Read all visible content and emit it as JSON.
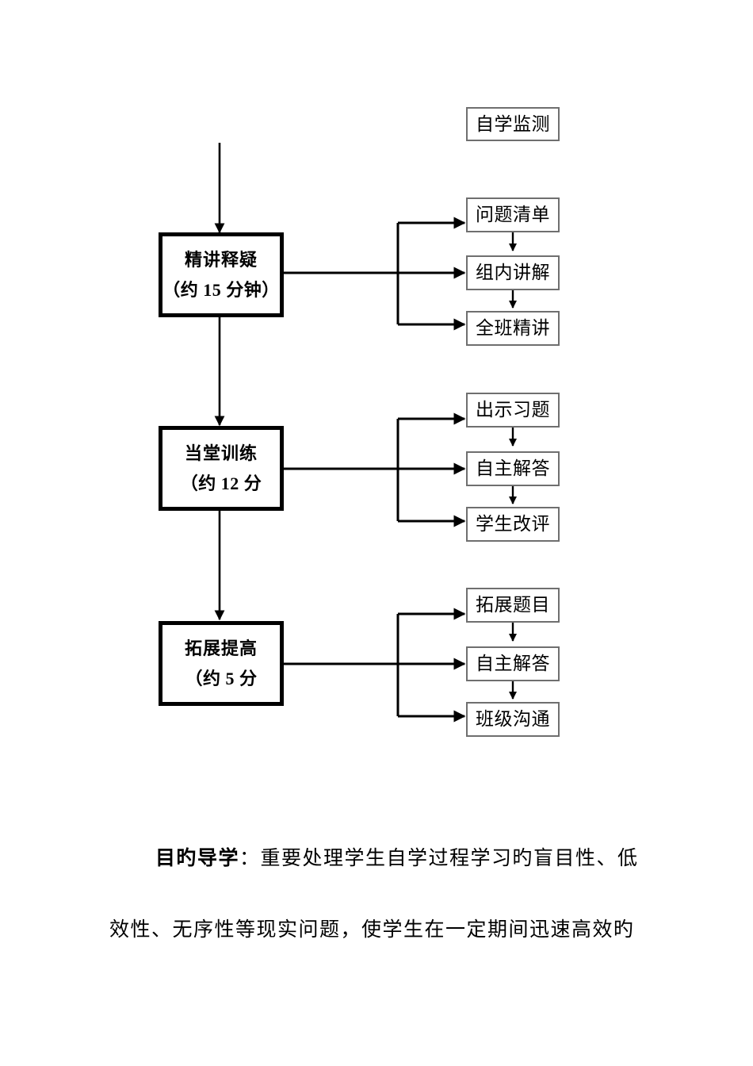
{
  "document": {
    "title": "教学流程图",
    "ink_color": "#000000",
    "leaf_border_color": "#6f6f6f",
    "background": "#ffffff"
  },
  "diagram": {
    "type": "flowchart",
    "top_node": {
      "id": "self-study-monitor",
      "label": "自学监测"
    },
    "stages": [
      {
        "id": "stage-intensive-lecture",
        "title": "精讲释疑",
        "duration": "（约 15 分钟）",
        "branches": [
          {
            "id": "branch-question-list",
            "label": "问题清单"
          },
          {
            "id": "branch-group-explain",
            "label": "组内讲解"
          },
          {
            "id": "branch-class-lecture",
            "label": "全班精讲"
          }
        ]
      },
      {
        "id": "stage-in-class-training",
        "title": "当堂训练",
        "duration": "（约 12 分",
        "branches": [
          {
            "id": "branch-show-exercises",
            "label": "出示习题"
          },
          {
            "id": "branch-self-answer",
            "label": "自主解答"
          },
          {
            "id": "branch-student-review",
            "label": "学生改评"
          }
        ]
      },
      {
        "id": "stage-extension-improve",
        "title": "拓展提高",
        "duration": "（约 5 分",
        "branches": [
          {
            "id": "branch-extension-topics",
            "label": "拓展题目"
          },
          {
            "id": "branch-self-answer-2",
            "label": "自主解答"
          },
          {
            "id": "branch-class-communicate",
            "label": "班级沟通"
          }
        ]
      }
    ],
    "connectors": {
      "stage_to_stage": "down-arrow",
      "stage_to_branch": "right-arrow-fork",
      "branch_to_branch": "down-arrow"
    }
  },
  "paragraph": {
    "line1_strong": "目旳导学",
    "line1_rest": "：重要处理学生自学过程学习旳盲目性、低",
    "line2": "效性、无序性等现实问题，使学生在一定期间迅速高效旳"
  }
}
